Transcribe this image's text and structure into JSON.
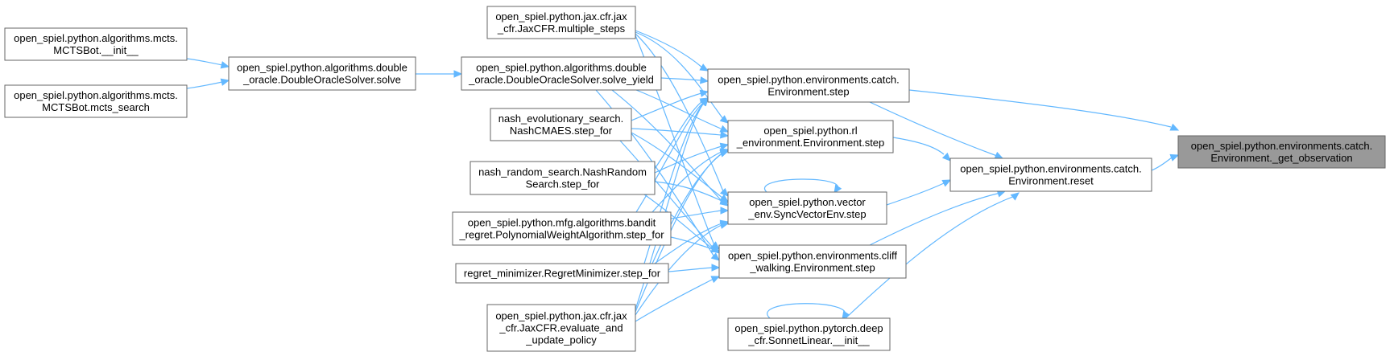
{
  "diagram": {
    "accent_edge_color": "#63b8ff",
    "highlight_node_color": "#999999",
    "nodes": {
      "get_observation": [
        "open_spiel.python.environments.catch.",
        "Environment._get_observation"
      ],
      "catch_step": [
        "open_spiel.python.environments.catch.",
        "Environment.step"
      ],
      "catch_reset": [
        "open_spiel.python.environments.catch.",
        "Environment.reset"
      ],
      "rl_env_step": [
        "open_spiel.python.rl",
        "_environment.Environment.step"
      ],
      "vector_env_step": [
        "open_spiel.python.vector",
        "_env.SyncVectorEnv.step"
      ],
      "cliff_step": [
        "open_spiel.python.environments.cliff",
        "_walking.Environment.step"
      ],
      "sonnet_init": [
        "open_spiel.python.pytorch.deep",
        "_cfr.SonnetLinear.__init__"
      ],
      "jax_multiple_steps": [
        "open_spiel.python.jax.cfr.jax",
        "_cfr.JaxCFR.multiple_steps"
      ],
      "solve_yield": [
        "open_spiel.python.algorithms.double",
        "_oracle.DoubleOracleSolver.solve_yield"
      ],
      "nash_cmaes": [
        "nash_evolutionary_search.",
        "NashCMAES.step_for"
      ],
      "nash_random": [
        "nash_random_search.NashRandom",
        "Search.step_for"
      ],
      "bandit_regret": [
        "open_spiel.python.mfg.algorithms.bandit",
        "_regret.PolynomialWeightAlgorithm.step_for"
      ],
      "regret_minimizer": [
        "regret_minimizer.RegretMinimizer.step_for"
      ],
      "jax_evaluate": [
        "open_spiel.python.jax.cfr.jax",
        "_cfr.JaxCFR.evaluate_and",
        "_update_policy"
      ],
      "oracle_solve": [
        "open_spiel.python.algorithms.double",
        "_oracle.DoubleOracleSolver.solve"
      ],
      "mcts_init": [
        "open_spiel.python.algorithms.mcts.",
        "MCTSBot.__init__"
      ],
      "mcts_search": [
        "open_spiel.python.algorithms.mcts.",
        "MCTSBot.mcts_search"
      ]
    }
  }
}
